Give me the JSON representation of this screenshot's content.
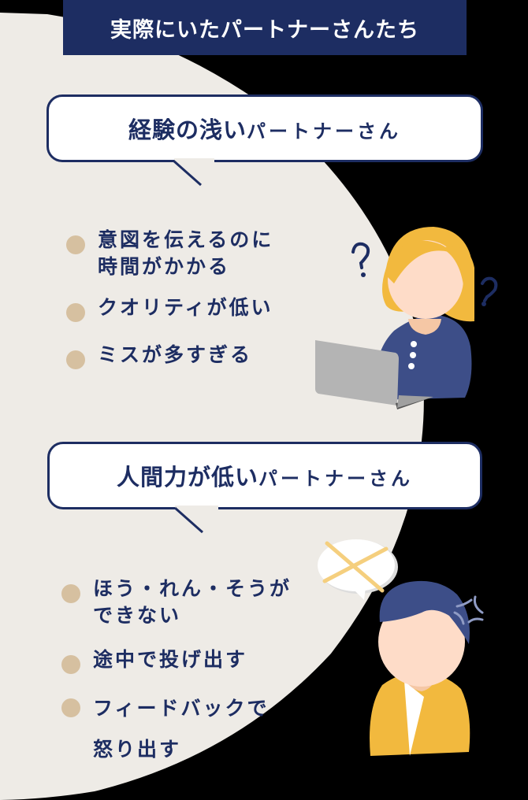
{
  "header": {
    "title": "実際にいたパートナーさんたち"
  },
  "sections": [
    {
      "bubble_title_main": "経験の浅い",
      "bubble_title_kana": "パートナーさん",
      "items": [
        {
          "line1": "意図を伝えるのに",
          "line2": "時間がかかる"
        },
        {
          "line1": "クオリティが低い"
        },
        {
          "line1": "ミスが多すぎる"
        }
      ],
      "illustration": "confused-woman-with-laptop"
    },
    {
      "bubble_title_main": "人間力が低い",
      "bubble_title_kana": "パートナーさん",
      "items": [
        {
          "line1": "ほう・れん・そうが",
          "line2": "できない"
        },
        {
          "line1": "途中で投げ出す"
        },
        {
          "line1": "フィードバックで",
          "line2": "怒り出す"
        }
      ],
      "illustration": "angry-man-with-crossed-speech-bubble"
    }
  ],
  "colors": {
    "navy": "#1d2d62",
    "beige_bg": "#eeebe6",
    "bullet": "#d6c0a0",
    "hair_yellow": "#f2b93e",
    "skin": "#fedcc8",
    "shirt_blue": "#3d4e88",
    "laptop_gray": "#b4b4b4"
  }
}
